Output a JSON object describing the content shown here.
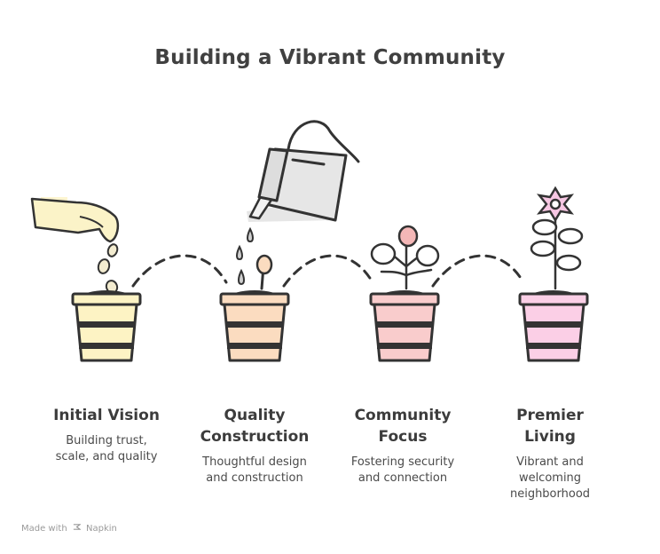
{
  "title": "Building a Vibrant Community",
  "steps": [
    {
      "title": "Initial Vision",
      "description": "Building trust, scale, and quality",
      "pot_color": "#fdf3c4"
    },
    {
      "title": "Quality Construction",
      "description": "Thoughtful design and construction",
      "pot_color": "#fbdcc0"
    },
    {
      "title": "Community Focus",
      "description": "Fostering security and connection",
      "pot_color": "#f9cccc"
    },
    {
      "title": "Premier Living",
      "description": "Vibrant and welcoming neighborhood",
      "pot_color": "#fbcfe6"
    }
  ],
  "credit": {
    "prefix": "Made with",
    "brand": "Napkin"
  },
  "icons": [
    "hand-icon",
    "seeds-icon",
    "watering-can-icon",
    "water-drops-icon",
    "sprout-icon",
    "plant-icon",
    "flower-icon",
    "pot-icon",
    "napkin-logo-icon"
  ]
}
